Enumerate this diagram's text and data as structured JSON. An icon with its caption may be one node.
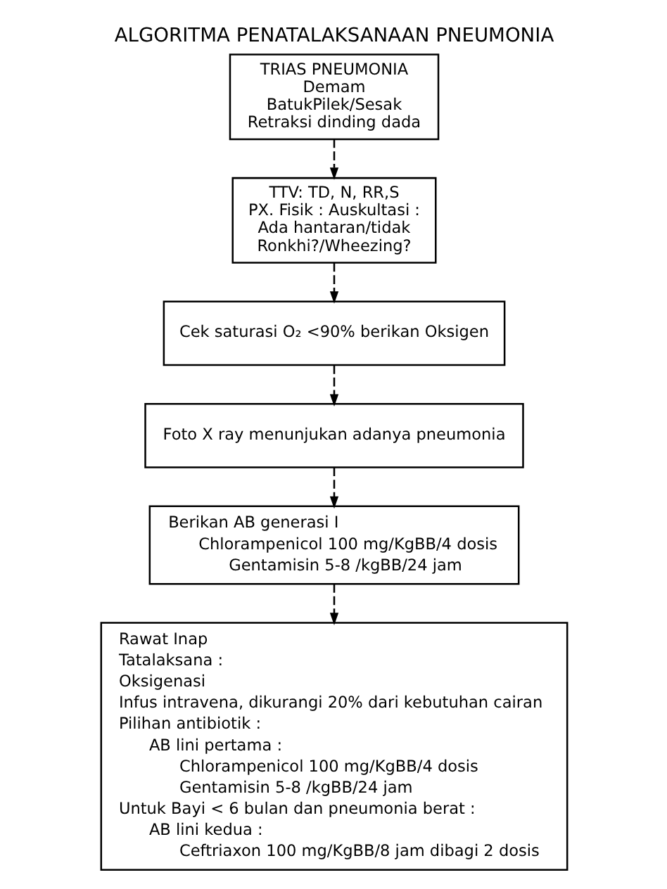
{
  "diagram": {
    "title": "ALGORITMA PENATALAKSANAAN PNEUMONIA",
    "nodes": [
      {
        "text": [
          "TRIAS PNEUMONIA",
          "Demam",
          "BatukPilek/Sesak",
          "Retraksi dinding dada"
        ]
      },
      {
        "text": [
          "TTV: TD, N, RR,S",
          "PX. Fisik : Auskultasi :",
          "Ada hantaran/tidak",
          "Ronkhi?/Wheezing?"
        ]
      },
      {
        "text": [
          "Cek saturasi O₂ <90% berikan Oksigen"
        ]
      },
      {
        "text": [
          "Foto X ray menunjukan adanya pneumonia"
        ]
      },
      {
        "text": [
          "Berikan AB generasi I",
          "Chlorampenicol 100 mg/KgBB/4 dosis",
          "Gentamisin 5-8 /kgBB/24 jam"
        ]
      },
      {
        "text": [
          "Rawat Inap",
          "Tatalaksana :",
          "Oksigenasi",
          "Infus intravena, dikurangi 20% dari kebutuhan cairan",
          "Pilihan antibiotik :",
          "AB lini pertama :",
          "Chlorampenicol 100 mg/KgBB/4 dosis",
          "Gentamisin 5-8 /kgBB/24 jam",
          "Untuk Bayi < 6 bulan dan pneumonia berat :",
          "AB lini kedua :",
          "Ceftriaxon 100 mg/KgBB/8 jam dibagi 2 dosis"
        ]
      }
    ],
    "edges": [
      {
        "from": 0,
        "to": 1,
        "arrow": "to",
        "style": "dashed"
      },
      {
        "from": 1,
        "to": 2,
        "arrow": "to",
        "style": "dashed"
      },
      {
        "from": 2,
        "to": 3,
        "arrow": "to",
        "style": "dashed"
      },
      {
        "from": 3,
        "to": 4,
        "arrow": "to",
        "style": "dashed"
      },
      {
        "from": 4,
        "to": 5,
        "arrow": "to",
        "style": "dashed"
      }
    ]
  }
}
